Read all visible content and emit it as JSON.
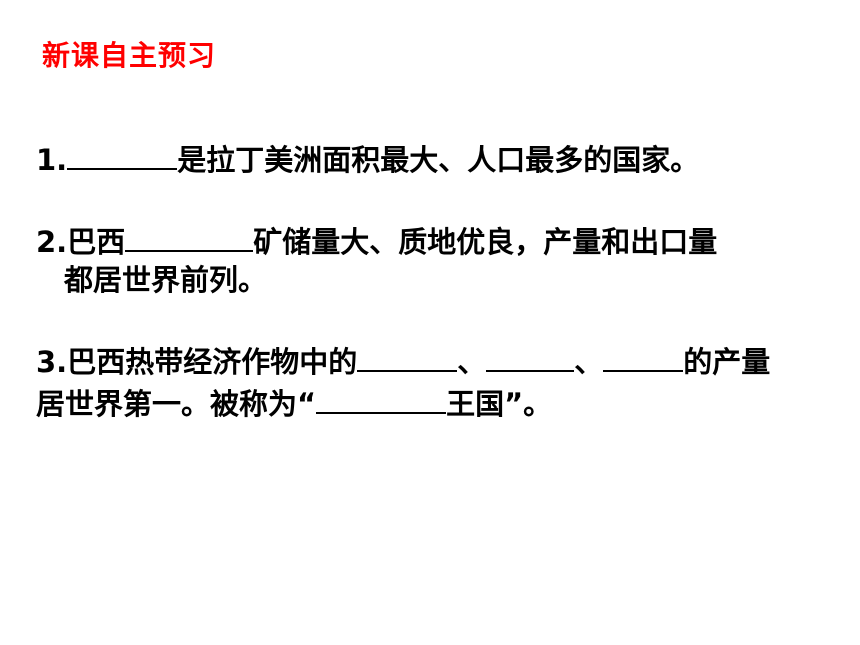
{
  "heading": "新课自主预习",
  "questions": {
    "q1": {
      "prefix": "1.",
      "after_blank": "是拉丁美洲面积最大、人口最多的国家。"
    },
    "q2": {
      "prefix": "2.巴西",
      "after_blank": "矿储量大、质地优良，产量和出口量",
      "line2": "都居世界前列。"
    },
    "q3": {
      "prefix": "3.巴西热带经济作物中的",
      "sep1": "、",
      "sep2": "、",
      "after_blanks": "的产量",
      "line2_before": "居世界第一。被称为“",
      "line2_after": "王国”。"
    }
  },
  "colors": {
    "heading": "#ff0000",
    "text": "#000000",
    "background": "#ffffff"
  }
}
